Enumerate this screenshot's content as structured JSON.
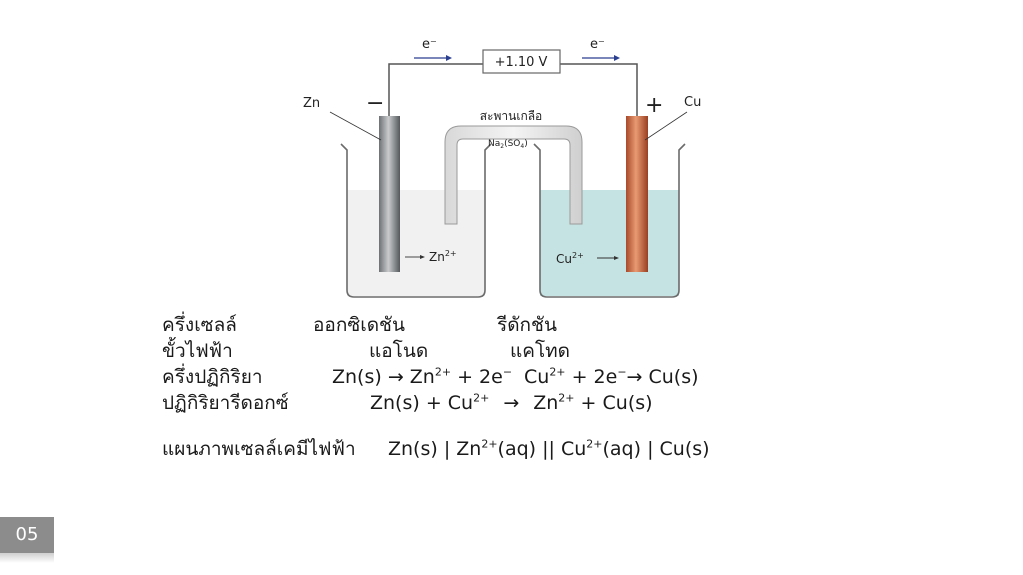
{
  "diagram": {
    "voltmeter": "+1.10 V",
    "electron_left": "e⁻",
    "electron_right": "e⁻",
    "anode_label": "Zn",
    "cathode_label": "Cu",
    "minus_sign": "−",
    "plus_sign": "+",
    "salt_bridge_label": "สะพานเกลือ",
    "salt_bridge_formula": {
      "a": "Na",
      "b": "2",
      "c": "(SO",
      "d": "4",
      "e": ")"
    },
    "zn_ion": {
      "base": "Zn",
      "sup": "2+"
    },
    "cu_ion": {
      "base": "Cu",
      "sup": "2+"
    },
    "colors": {
      "zinc": "#8a8d90",
      "copper": "#c8643a",
      "cu_solution": "#c5e3e2",
      "zn_solution": "#f1f1f1"
    }
  },
  "table": {
    "half_cell": {
      "label": "ครึ่งเซลล์",
      "oxidation": "ออกซิเดชัน",
      "reduction": "รีดักชัน"
    },
    "electrode": {
      "label": "ขั้วไฟฟ้า",
      "anode": "แอโนด",
      "cathode": "แคโทด"
    },
    "half_reaction": {
      "label": "ครึ่งปฏิกิริยา",
      "ox": {
        "a": "Zn(s) → Zn",
        "sup1": "2+",
        "b": " + 2e",
        "sup2": "−"
      },
      "red": {
        "a": "Cu",
        "sup1": "2+",
        "b": " + 2e",
        "sup2": "−",
        "c": "→ Cu(s)"
      }
    },
    "redox": {
      "label": "ปฏิกิริยารีดอกซ์",
      "a": "Zn(s) + Cu",
      "sup1": "2+",
      "arrow": "→",
      "b": "Zn",
      "sup2": "2+",
      "c": " + Cu(s)"
    },
    "cell_diagram": {
      "label": "แผนภาพเซลล์เคมีไฟฟ้า",
      "a": "Zn(s) | Zn",
      "sup1": "2+",
      "b": "(aq) || Cu",
      "sup2": "2+",
      "c": "(aq) | Cu(s)"
    }
  },
  "slide_number": "05"
}
